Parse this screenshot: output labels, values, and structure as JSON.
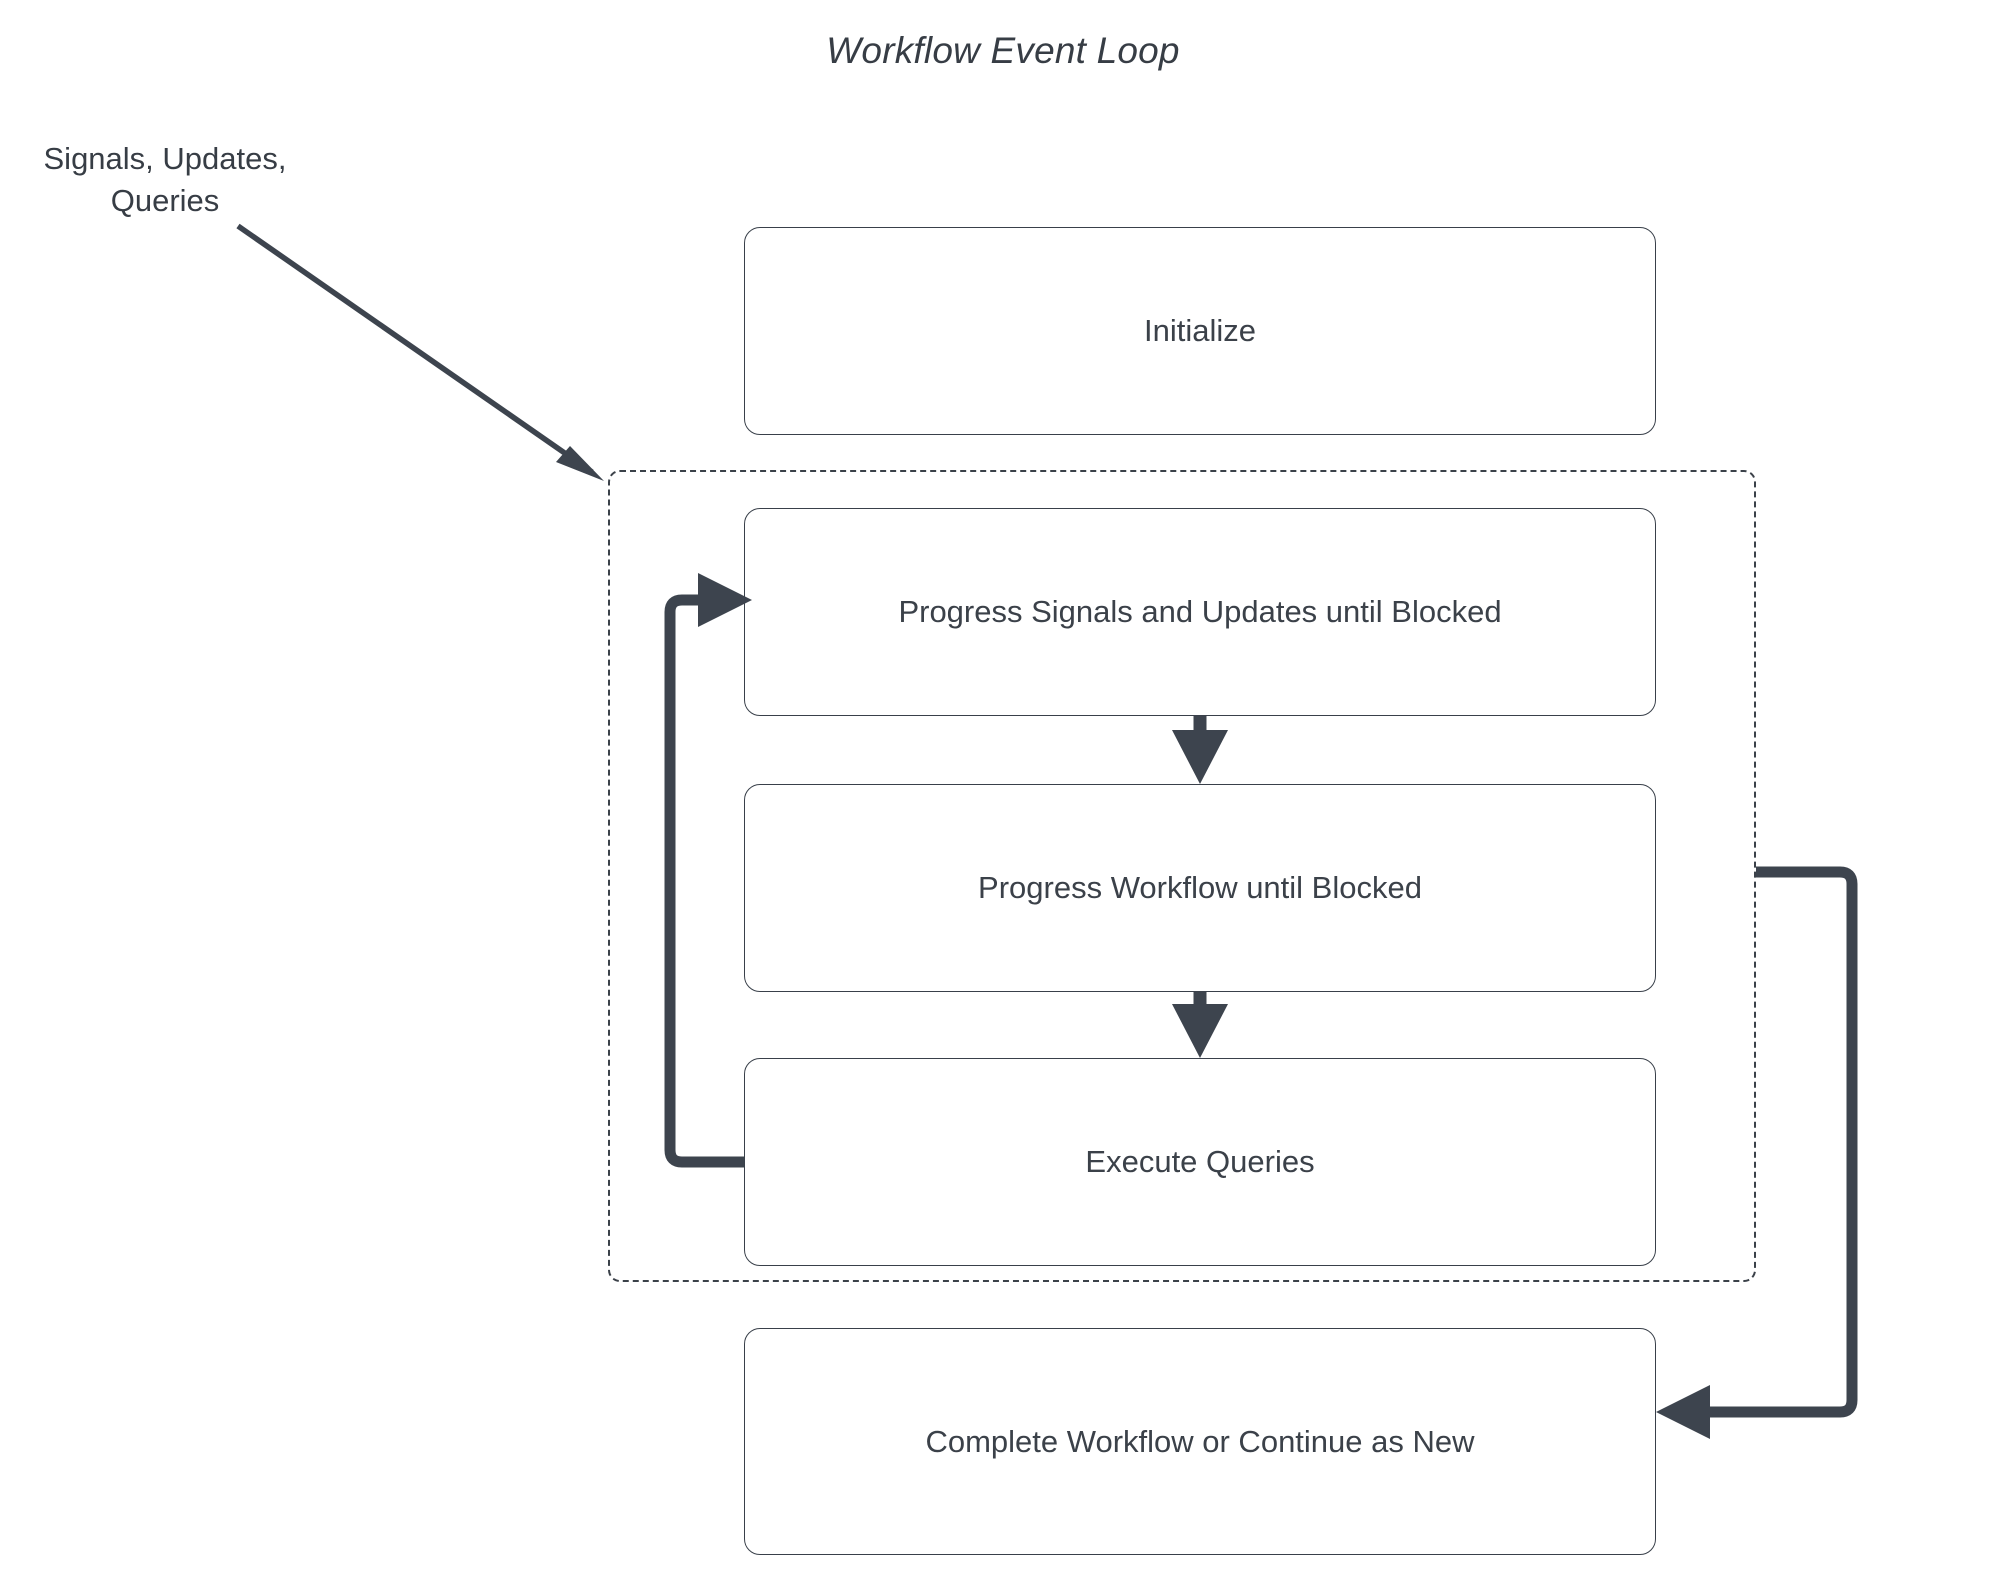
{
  "diagram": {
    "title": "Workflow Event Loop",
    "external_label": "Signals, Updates,\nQueries",
    "external_label_line1": "Signals, Updates,",
    "external_label_line2": "Queries",
    "colors": {
      "background": "#ffffff",
      "node_border": "#39404a",
      "node_fill": "#ffffff",
      "text": "#3b4149",
      "arrow": "#3d444e",
      "dashed_border": "#3b4149"
    },
    "nodes": [
      {
        "id": "initialize",
        "label": "Initialize"
      },
      {
        "id": "progress-signals",
        "label": "Progress Signals and Updates until Blocked"
      },
      {
        "id": "progress-workflow",
        "label": "Progress Workflow until Blocked"
      },
      {
        "id": "execute-queries",
        "label": "Execute Queries"
      },
      {
        "id": "complete-workflow",
        "label": "Complete Workflow or Continue as New"
      }
    ],
    "group": {
      "id": "event-loop-group",
      "style": "dashed",
      "contains": [
        "progress-signals",
        "progress-workflow",
        "execute-queries"
      ]
    },
    "edges": [
      {
        "id": "edge-external-to-loop",
        "from": "Signals, Updates, Queries",
        "to": "event-loop-group",
        "style": "thin-diagonal"
      },
      {
        "id": "edge-signals-to-workflow",
        "from": "progress-signals",
        "to": "progress-workflow",
        "style": "vertical"
      },
      {
        "id": "edge-workflow-to-queries",
        "from": "progress-workflow",
        "to": "execute-queries",
        "style": "vertical"
      },
      {
        "id": "edge-queries-to-signals",
        "from": "execute-queries",
        "to": "progress-signals",
        "style": "loopback-left"
      },
      {
        "id": "edge-loop-to-complete",
        "from": "event-loop-group",
        "to": "complete-workflow",
        "style": "return-right"
      }
    ]
  }
}
